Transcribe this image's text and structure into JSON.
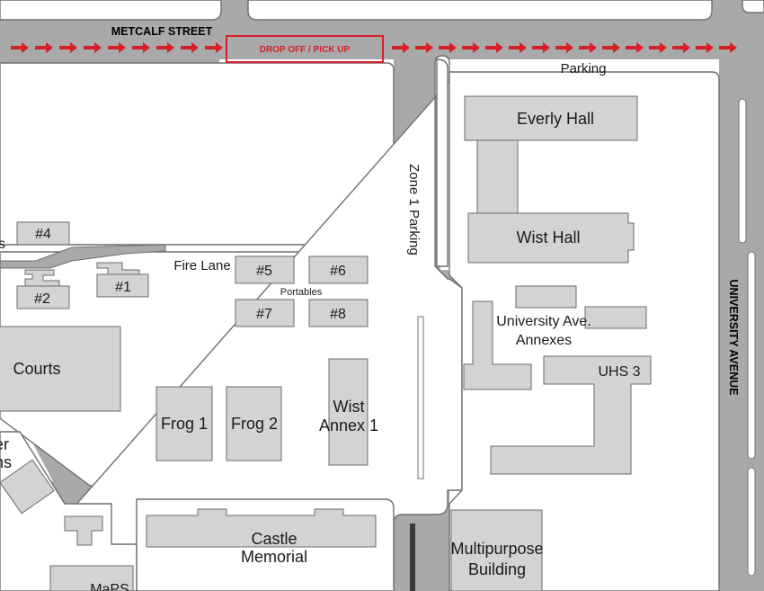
{
  "streets": {
    "metcalf": "METCALF STREET",
    "university": "UNIVERSITY AVENUE"
  },
  "dropoff": {
    "label": "DROP OFF / PICK UP",
    "color": "#d62027"
  },
  "parking": {
    "top": "Parking",
    "zone1": "Zone 1 Parking"
  },
  "fire_lane": "Fire Lane",
  "portables_label": "Portables",
  "buildings": {
    "everly": "Everly Hall",
    "wist_hall": "Wist Hall",
    "univ_annexes_line1": "University Ave.",
    "univ_annexes_line2": "Annexes",
    "uhs3": "UHS 3",
    "courts": "Courts",
    "frog1": "Frog 1",
    "frog2": "Frog 2",
    "wist_annex_line1": "Wist",
    "wist_annex_line2": "Annex 1",
    "castle_line1": "Castle",
    "castle_line2": "Memorial",
    "multipurpose_line1": "Multipurpose",
    "multipurpose_line2": "Building",
    "maps": "MaPS",
    "p1": "#1",
    "p2": "#2",
    "p4": "#4",
    "p5": "#5",
    "p6": "#6",
    "p7": "#7",
    "p8": "#8",
    "cut_s": "s",
    "cut_er": "er",
    "cut_ns": "ns"
  },
  "colors": {
    "building_fill": "#d3d3d3",
    "road_fill": "#a9a9a9",
    "arrow": "#d62027"
  }
}
